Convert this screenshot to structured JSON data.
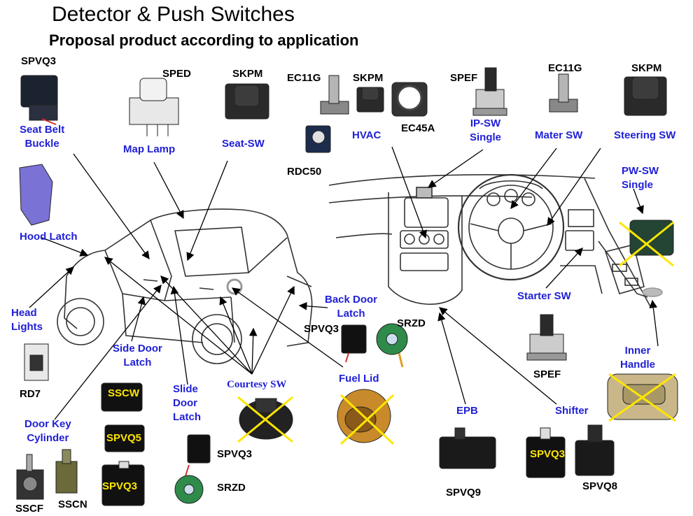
{
  "header": {
    "title": "Detector & Push Switches",
    "subtitle": "Proposal product according to application"
  },
  "parts": {
    "spvq3_tl": "SPVQ3",
    "sped": "SPED",
    "skpm_top": "SKPM",
    "ec11g_a": "EC11G",
    "skpm_b": "SKPM",
    "ec45a": "EC45A",
    "rdc50": "RDC50",
    "spef_top": "SPEF",
    "ec11g_b": "EC11G",
    "skpm_c": "SKPM",
    "rd7": "RD7",
    "sscw": "SSCW",
    "spvq5": "SPVQ5",
    "spvq3_bl": "SPVQ3",
    "sscf": "SSCF",
    "sscn": "SSCN",
    "spvq3_slide": "SPVQ3",
    "srzd_slide": "SRZD",
    "spvq3_back": "SPVQ3",
    "srzd_back": "SRZD",
    "spef_bottom": "SPEF",
    "spvq9": "SPVQ9",
    "spvq3_shift": "SPVQ3",
    "spvq8": "SPVQ8"
  },
  "applications": {
    "seat_belt_buckle": [
      "Seat Belt",
      "Buckle"
    ],
    "map_lamp": "Map Lamp",
    "seat_sw": "Seat-SW",
    "hvac": "HVAC",
    "ip_sw_single": [
      "IP-SW",
      "Single"
    ],
    "mater_sw": "Mater SW",
    "steering_sw": "Steering SW",
    "pw_sw_single": [
      "PW-SW",
      "Single"
    ],
    "hood_latch": "Hood  Latch",
    "head_lights": [
      "Head",
      "Lights"
    ],
    "side_door_latch": [
      "Side Door",
      "Latch"
    ],
    "slide_door_latch": [
      "Slide",
      "Door",
      "Latch"
    ],
    "courtesy_sw": "Courtesy  SW",
    "back_door_latch": [
      "Back Door",
      "Latch"
    ],
    "fuel_lid": "Fuel Lid",
    "starter_sw": "Starter SW",
    "inner_handle": [
      "Inner",
      "Handle"
    ],
    "door_key_cylinder": [
      "Door Key",
      "Cylinder"
    ],
    "epb": "EPB",
    "shifter": "Shifter"
  },
  "colors": {
    "application_label": "#1f1fd6",
    "highlight_label": "#ffe600",
    "cross_mark": "#ffe600"
  }
}
